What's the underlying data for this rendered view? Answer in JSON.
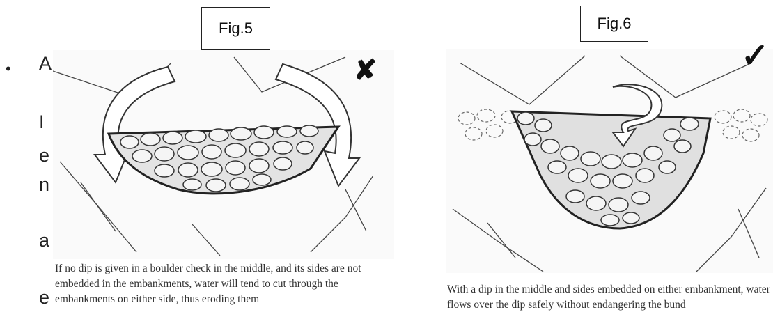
{
  "fig5": {
    "label": "Fig.5",
    "mark": "✘",
    "caption": "If no dip is given in a boulder check in the middle, and its sides are not embedded in the embankments, water will tend to cut through the embankments on either side, thus eroding them"
  },
  "fig6": {
    "label": "Fig.6",
    "mark": "✓",
    "caption": "With a dip in the middle and sides embedded on either embankment, water flows over the dip safely without endangering the bund"
  },
  "background_text": {
    "bullet": "•",
    "chars": [
      "A",
      "I",
      "e",
      "n",
      "a",
      "e"
    ]
  },
  "icons": {
    "bad": "cross-icon",
    "good": "check-icon"
  }
}
